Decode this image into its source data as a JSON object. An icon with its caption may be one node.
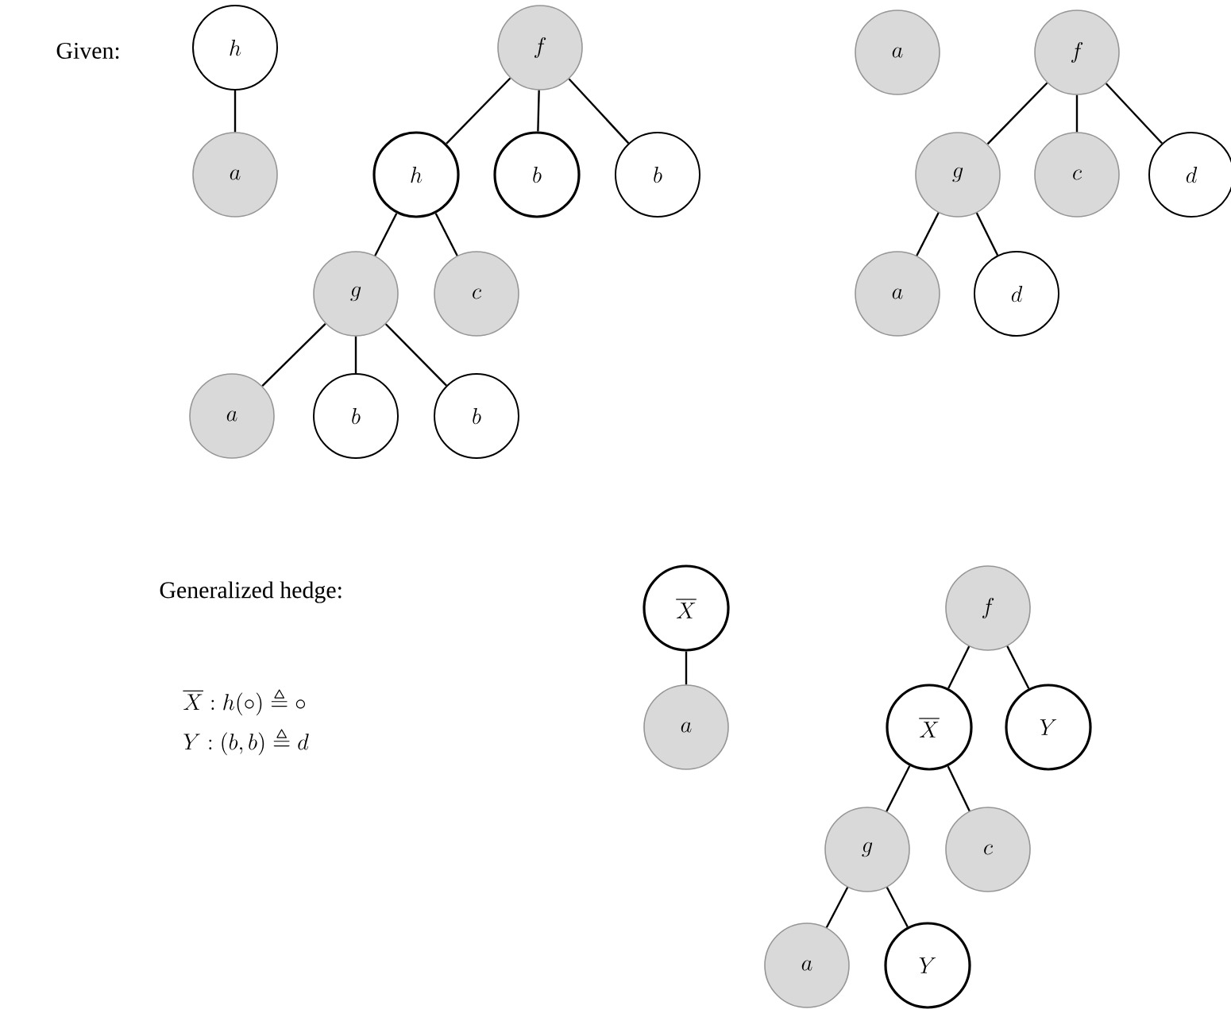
{
  "diagram": {
    "nodes": [
      {
        "text": [
          "h"
        ]
      },
      {
        "text": [
          "a"
        ]
      },
      {
        "text": [
          "f"
        ]
      },
      {
        "text": [
          "h"
        ]
      },
      {
        "text": [
          "b"
        ]
      },
      {
        "text": [
          "b"
        ]
      },
      {
        "text": [
          "g"
        ]
      },
      {
        "text": [
          "c"
        ]
      },
      {
        "text": [
          "a"
        ]
      },
      {
        "text": [
          "b"
        ]
      },
      {
        "text": [
          "b"
        ]
      },
      {
        "text": [
          "a"
        ]
      },
      {
        "text": [
          "f"
        ]
      },
      {
        "text": [
          "g"
        ]
      },
      {
        "text": [
          "c"
        ]
      },
      {
        "text": [
          "d"
        ]
      },
      {
        "text": [
          "a"
        ]
      },
      {
        "text": [
          "d"
        ]
      },
      {
        "text": [
          "\\overline{X}"
        ]
      },
      {
        "text": [
          "a"
        ]
      },
      {
        "text": [
          "f"
        ]
      },
      {
        "text": [
          "\\overline{X}"
        ]
      },
      {
        "text": [
          "Y"
        ]
      },
      {
        "text": [
          "g"
        ]
      },
      {
        "text": [
          "c"
        ]
      },
      {
        "text": [
          "a"
        ]
      },
      {
        "text": [
          "Y"
        ]
      }
    ],
    "edges": [
      {
        "from": 0,
        "to": 1,
        "arrow": "none"
      },
      {
        "from": 2,
        "to": 3,
        "arrow": "none"
      },
      {
        "from": 2,
        "to": 4,
        "arrow": "none"
      },
      {
        "from": 2,
        "to": 5,
        "arrow": "none"
      },
      {
        "from": 3,
        "to": 6,
        "arrow": "none"
      },
      {
        "from": 3,
        "to": 7,
        "arrow": "none"
      },
      {
        "from": 6,
        "to": 8,
        "arrow": "none"
      },
      {
        "from": 6,
        "to": 9,
        "arrow": "none"
      },
      {
        "from": 6,
        "to": 10,
        "arrow": "none"
      },
      {
        "from": 12,
        "to": 13,
        "arrow": "none"
      },
      {
        "from": 12,
        "to": 14,
        "arrow": "none"
      },
      {
        "from": 12,
        "to": 15,
        "arrow": "none"
      },
      {
        "from": 13,
        "to": 16,
        "arrow": "none"
      },
      {
        "from": 13,
        "to": 17,
        "arrow": "none"
      },
      {
        "from": 18,
        "to": 19,
        "arrow": "none"
      },
      {
        "from": 20,
        "to": 21,
        "arrow": "none"
      },
      {
        "from": 20,
        "to": 22,
        "arrow": "none"
      },
      {
        "from": 21,
        "to": 23,
        "arrow": "none"
      },
      {
        "from": 21,
        "to": 24,
        "arrow": "none"
      },
      {
        "from": 23,
        "to": 25,
        "arrow": "none"
      },
      {
        "from": 23,
        "to": 26,
        "arrow": "none"
      }
    ],
    "labels": [
      "Given:",
      "Generalized hedge:",
      "\\overline{X} : h(\\circ) \\triangleq \\circ",
      "Y : (b,b) \\triangleq d"
    ]
  }
}
